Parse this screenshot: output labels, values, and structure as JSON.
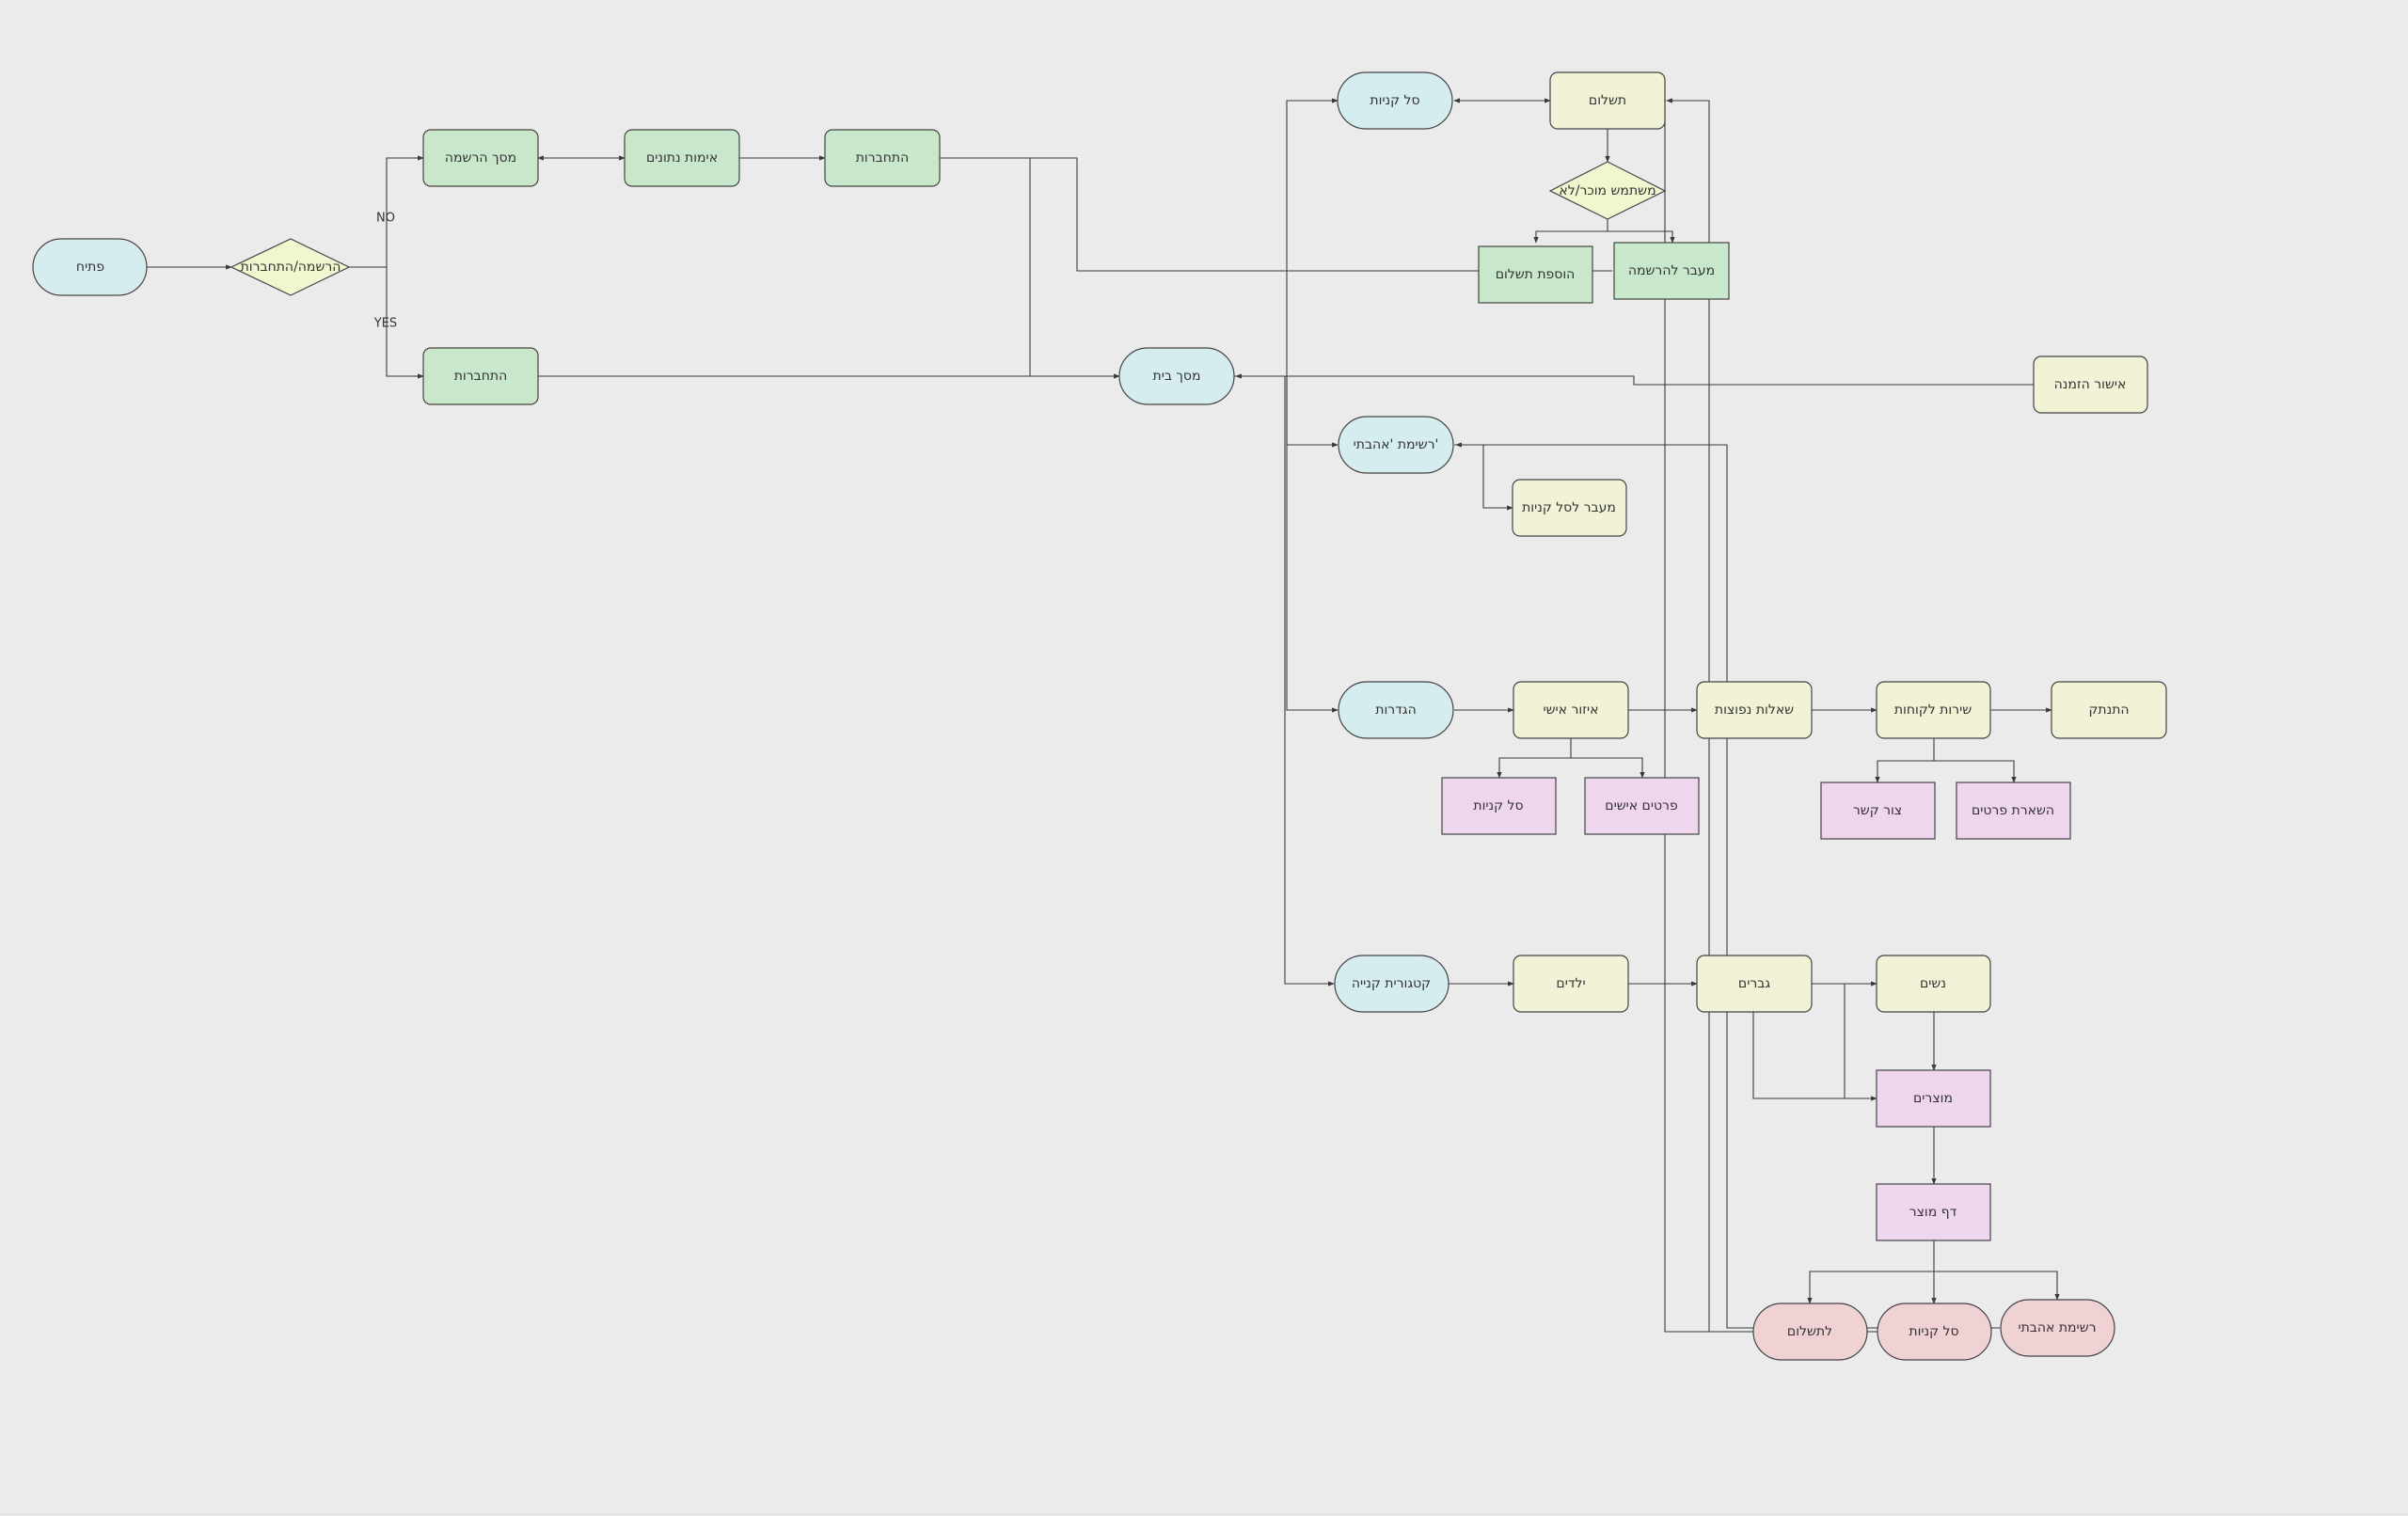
{
  "diagram": {
    "colors": {
      "background": "#ebebeb",
      "blue": "#d6edf0",
      "green": "#c9e8cb",
      "yellow": "#f1f2d6",
      "pink": "#efd6ef",
      "red": "#f0d2d4",
      "stroke": "#444444"
    },
    "nodes": {
      "open": "פתיח",
      "decision_register": "הרשמה/התחברות",
      "register_screen": "מסך הרשמה",
      "verify_data": "אימות נתונים",
      "login_top": "התחברות",
      "login_bottom": "התחברות",
      "home_screen": "מסך בית",
      "cart_top": "סל קניות",
      "payment": "תשלום",
      "decision_user": "משתמש מוכר/לא",
      "add_payment": "הוספת תשלום",
      "go_register": "מעבר להרשמה",
      "order_confirm": "אישור הזמנה",
      "wishlist": "רשימת 'אהבתי'",
      "move_to_cart": "מעבר לסל קניות",
      "settings": "הגדרות",
      "personal_area": "איזור אישי",
      "faq": "שאלות נפוצות",
      "customer_service": "שירות לקוחות",
      "logout": "התנתק",
      "settings_cart": "סל קניות",
      "personal_details": "פרטים אישים",
      "contact": "צור קשר",
      "leave_details": "השארת פרטים",
      "shopping_category": "קטגורית קנייה",
      "kids": "ילדים",
      "men": "גברים",
      "women": "נשים",
      "products": "מוצרים",
      "product_page": "דף מוצר",
      "to_payment": "לתשלום",
      "product_cart": "סל קניות",
      "fav_list": "רשימת אהבתי"
    },
    "edge_labels": {
      "no": "NO",
      "yes": "YES"
    }
  }
}
